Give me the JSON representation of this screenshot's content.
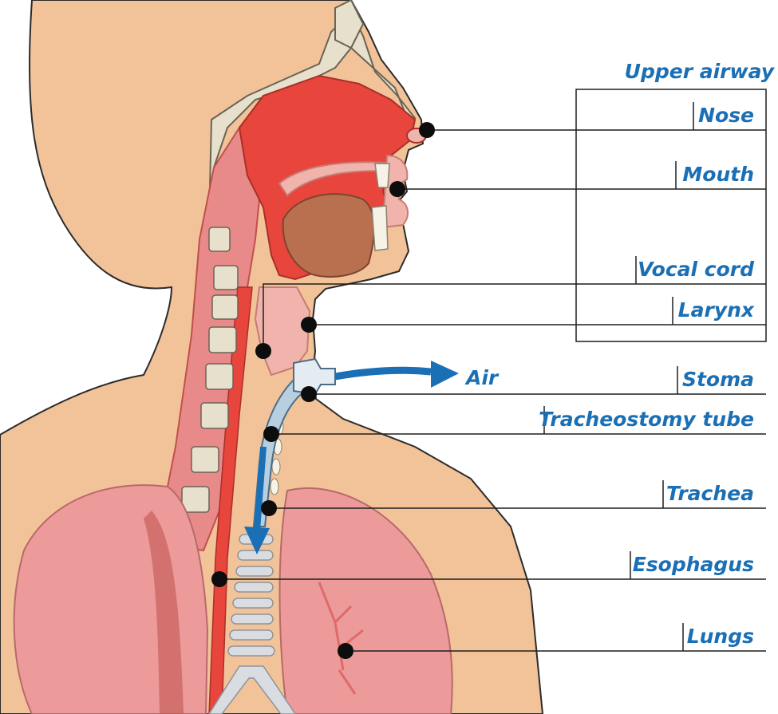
{
  "heading": "Upper airway",
  "labels": {
    "nose": "Nose",
    "mouth": "Mouth",
    "vocal_cord": "Vocal cord",
    "larynx": "Larynx",
    "stoma": "Stoma",
    "tracheostomy_tube": "Tracheostomy tube",
    "trachea": "Trachea",
    "esophagus": "Esophagus",
    "lungs": "Lungs"
  },
  "air_label": "Air",
  "colors": {
    "label_blue": "#1a6fb5",
    "skin": "#f2c299",
    "skin_outline": "#2b2b2b",
    "airway_red": "#e8453c",
    "pink_tissue": "#f0b4ac",
    "lung_pink": "#ec9a9a",
    "tongue_brown": "#b9704e",
    "bone": "#e6e0cc",
    "trachea_grey": "#d9dce0",
    "tube_blue": "#1a6fb5"
  }
}
